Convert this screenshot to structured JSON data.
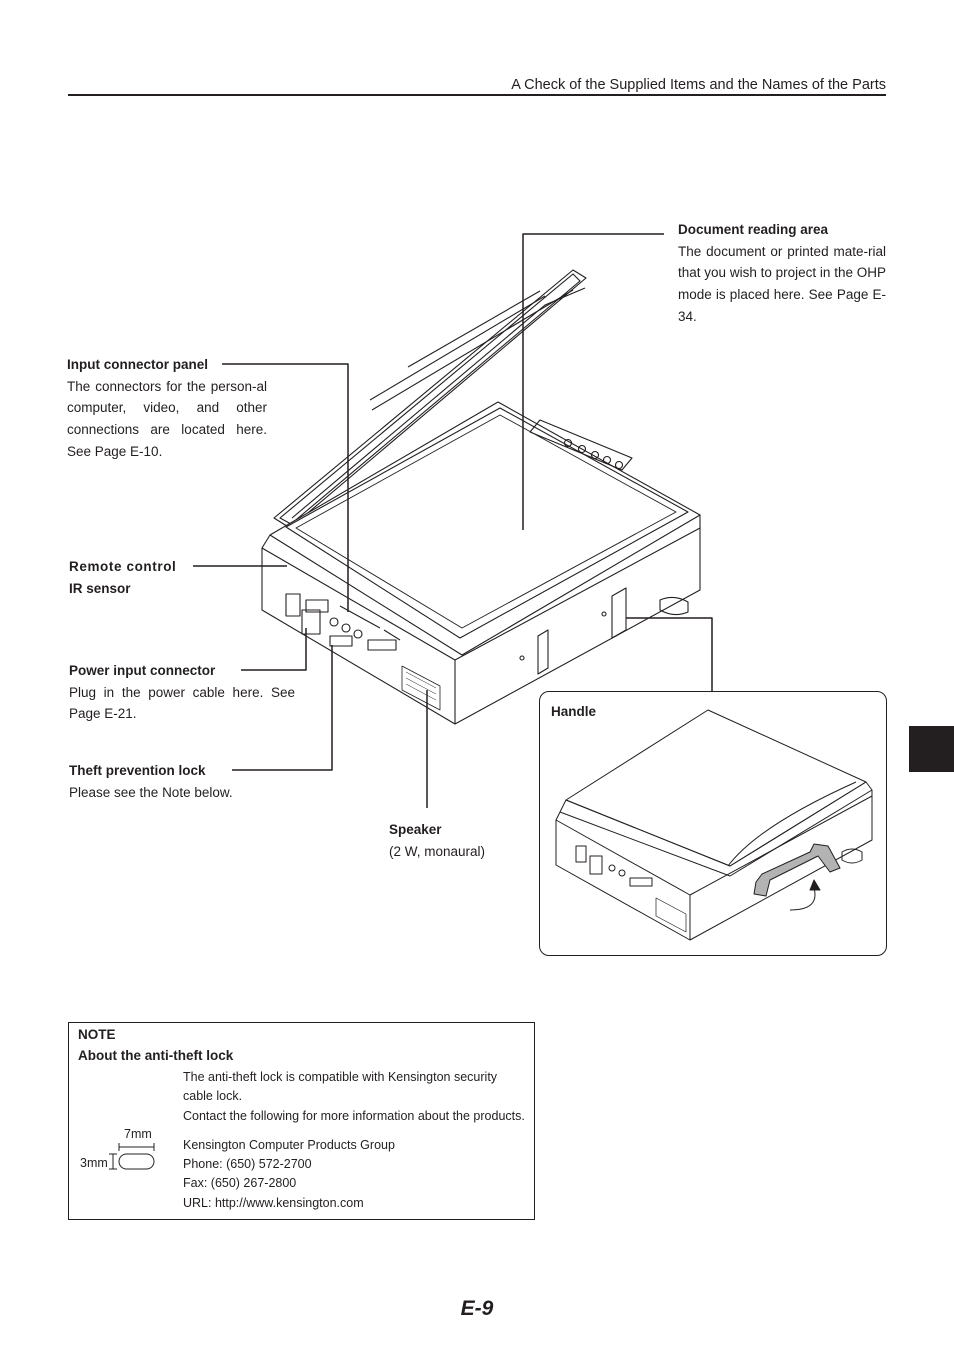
{
  "header": {
    "title": "A Check of the Supplied Items and the Names of the Parts"
  },
  "parts": {
    "document_area": {
      "title": "Document reading area",
      "desc": "The document or printed mate-rial that you wish to project in the OHP mode is placed here. See Page E-34."
    },
    "input_panel": {
      "title": "Input connector panel",
      "desc": "The connectors for the person-al computer, video, and other connections are located here. See Page E-10."
    },
    "remote_sensor": {
      "title_line1": "Remote control",
      "title_line2": "IR sensor"
    },
    "power_connector": {
      "title": "Power input connector",
      "desc": "Plug in the power cable here. See Page E-21."
    },
    "theft_lock": {
      "title": "Theft prevention lock",
      "desc": "Please see the Note below."
    },
    "speaker": {
      "title": "Speaker",
      "desc": "(2 W, monaural)"
    },
    "handle": {
      "title": "Handle"
    }
  },
  "note": {
    "heading": "NOTE",
    "subheading": "About the anti-theft lock",
    "para1": "The anti-theft lock is compatible with Kensington security cable lock.",
    "para2": "Contact the following for more information about the products.",
    "company": "Kensington Computer Products Group",
    "phone": "Phone: (650) 572-2700",
    "fax": "Fax: (650) 267-2800",
    "url": "URL: http://www.kensington.com",
    "dim_width": "7mm",
    "dim_height": "3mm"
  },
  "footer": {
    "page_number": "E-9"
  }
}
